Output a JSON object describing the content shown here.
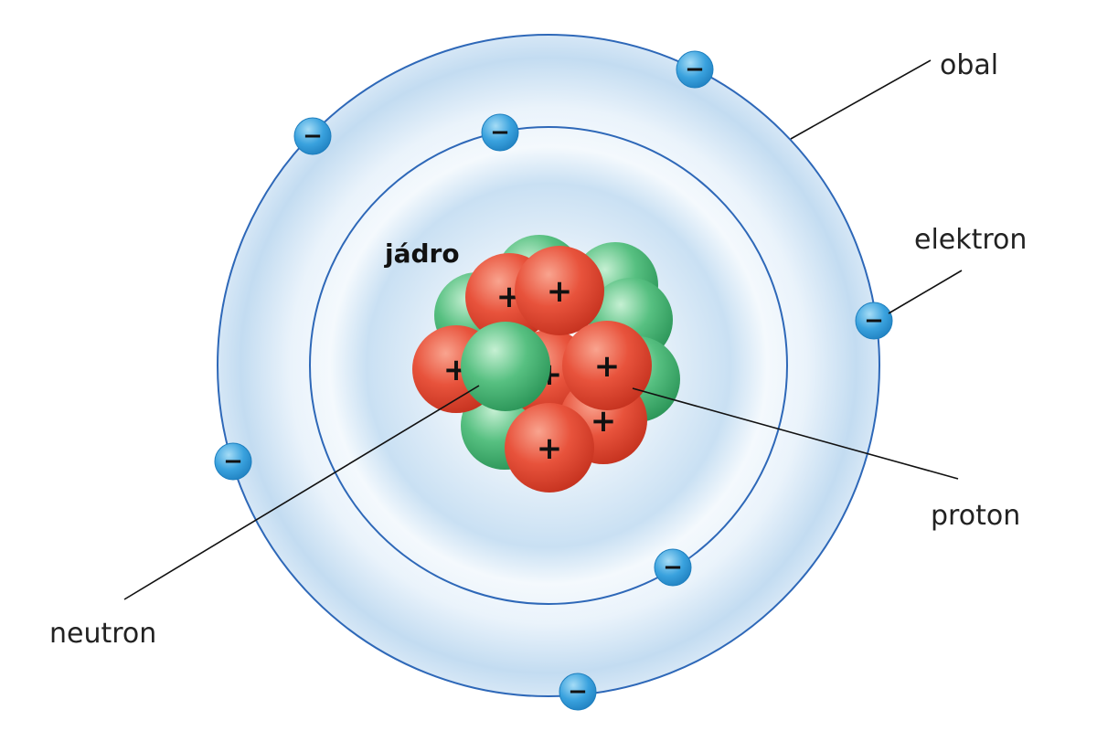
{
  "labels": {
    "obal": "obal",
    "elektron": "elektron",
    "jadro": "jádro",
    "proton": "proton",
    "neutron": "neutron"
  },
  "signs": {
    "electron": "−",
    "proton": "+"
  },
  "colors": {
    "shell_fill_light": "#ffffff",
    "shell_fill_blue": "#c9e0f3",
    "orbit_line": "#2e68b8",
    "electron": "#3aa2de",
    "electron_dark": "#1e7fbf",
    "proton": "#e04a33",
    "proton_light": "#f8a08c",
    "neutron": "#3eb26e",
    "neutron_light": "#bfeccd",
    "leader_line": "#111111"
  }
}
